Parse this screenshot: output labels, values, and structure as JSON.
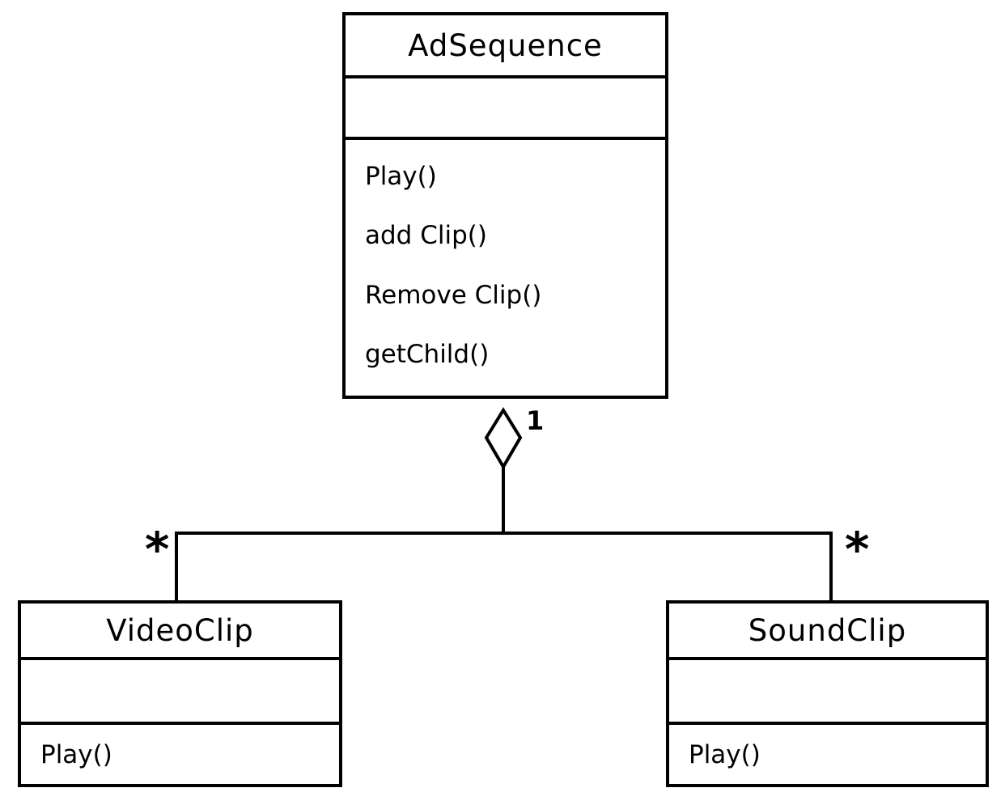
{
  "classes": {
    "adsequence": {
      "name": "AdSequence",
      "methods": [
        "Play()",
        "add Clip()",
        "Remove Clip()",
        "getChild()"
      ]
    },
    "videoclip": {
      "name": "VideoClip",
      "methods": [
        "Play()"
      ]
    },
    "soundclip": {
      "name": "SoundClip",
      "methods": [
        "Play()"
      ]
    }
  },
  "relationship": {
    "type": "aggregation",
    "whole": "AdSequence",
    "parts": [
      "VideoClip",
      "SoundClip"
    ],
    "whole_multiplicity": "1",
    "part_multiplicities": {
      "videoclip": "*",
      "soundclip": "*"
    }
  },
  "colors": {
    "stroke": "#000000",
    "background": "#ffffff"
  }
}
